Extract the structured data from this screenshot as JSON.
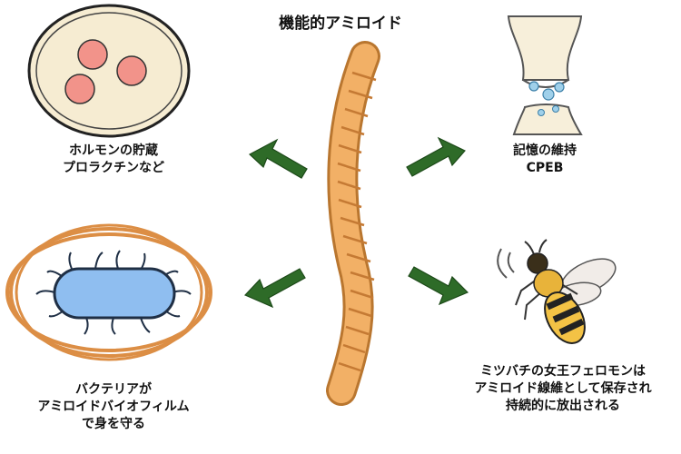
{
  "title": "機能的アミロイド",
  "center": {
    "name": "amyloid-fiber"
  },
  "branches": [
    {
      "id": "hormone",
      "lines": [
        "ホルモンの貯蔵",
        "プロラクチンなど"
      ],
      "icon": "hormone-granule-icon",
      "arrow": "arrow-up-left"
    },
    {
      "id": "memory",
      "lines": [
        "記憶の維持",
        "CPEB"
      ],
      "icon": "synapse-icon",
      "arrow": "arrow-up-right"
    },
    {
      "id": "biofilm",
      "lines": [
        "バクテリアが",
        "アミロイドバイオフィルム",
        "で身を守る"
      ],
      "icon": "bacterium-biofilm-icon",
      "arrow": "arrow-down-left"
    },
    {
      "id": "bee",
      "lines": [
        "ミツバチの女王フェロモンは",
        "アミロイド線維として保存され",
        "持続的に放出される"
      ],
      "icon": "honeybee-icon",
      "arrow": "arrow-down-right"
    }
  ],
  "colors": {
    "arrow": "#2e6b28",
    "fiber": "#f2b066",
    "fiber_stroke": "#b9762f",
    "hormone_fill": "#f6ecd2",
    "granule": "#f2938a",
    "vesicle": "#9fd0ea",
    "bacterium": "#8fbef0",
    "biofilm": "#dc8e45"
  }
}
